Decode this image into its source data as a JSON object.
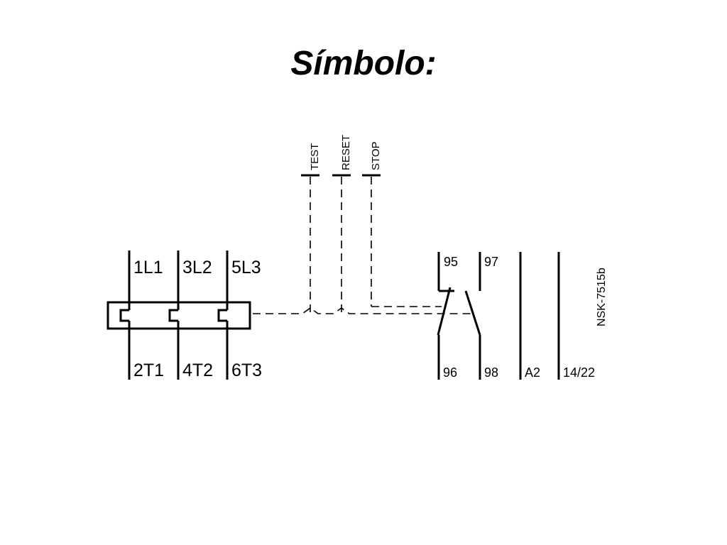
{
  "title": "Símbolo:",
  "diagram": {
    "buttons": {
      "test": "TEST",
      "reset": "RESET",
      "stop": "STOP"
    },
    "terminals_top": {
      "t1": "1L1",
      "t2": "3L2",
      "t3": "5L3"
    },
    "terminals_bottom": {
      "t1": "2T1",
      "t2": "4T2",
      "t3": "6T3"
    },
    "contacts_top": {
      "c95": "95",
      "c97": "97"
    },
    "contacts_bottom": {
      "c96": "96",
      "c98": "98",
      "a2": "A2",
      "aux": "14/22"
    },
    "reference": "NSK-7515b"
  }
}
